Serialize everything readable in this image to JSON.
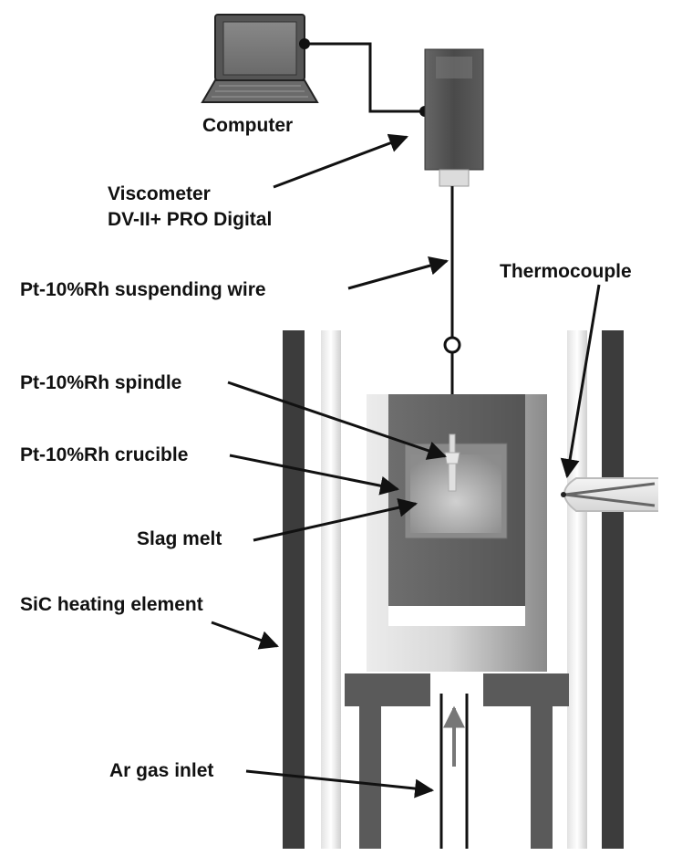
{
  "labels": {
    "computer": "Computer",
    "viscometer_line1": "Viscometer",
    "viscometer_line2": "DV-II+ PRO Digital",
    "suspending_wire": "Pt-10%Rh suspending wire",
    "thermocouple": "Thermocouple",
    "spindle": "Pt-10%Rh spindle",
    "crucible": "Pt-10%Rh crucible",
    "slag_melt": "Slag melt",
    "heating_element": "SiC heating element",
    "gas_inlet": "Ar gas inlet"
  }
}
